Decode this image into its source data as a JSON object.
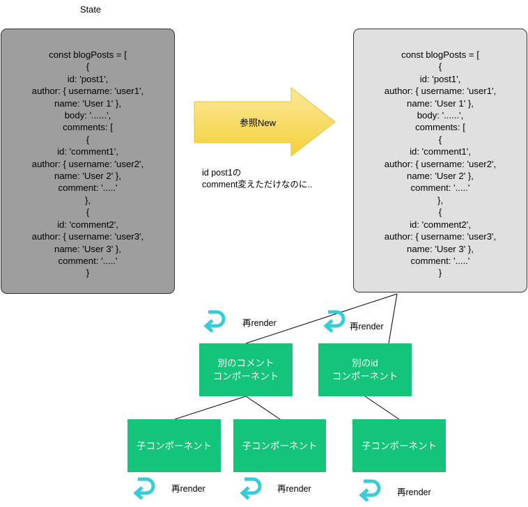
{
  "title": "State",
  "state_old": {
    "lines": [
      "const blogPosts = [",
      "{",
      "id: 'post1',",
      "author: { username: 'user1',",
      "name: 'User 1' },",
      "body: '......',",
      "comments: [",
      "{",
      "id: 'comment1',",
      "author: { username: 'user2',",
      "name: 'User 2' },",
      "comment: '.....'",
      "},",
      "{",
      "id: 'comment2',",
      "author: { username: 'user3',",
      "name: 'User 3' },",
      "comment: '.....'",
      "}"
    ],
    "fill": "#9e9e9e"
  },
  "state_new": {
    "lines": [
      "const blogPosts = [",
      "{",
      "id: 'post1',",
      "author: { username: 'user1',",
      "name: 'User 1' },",
      "body: '......',",
      "comments: [",
      "{",
      "id: 'comment1',",
      "author: { username: 'user2',",
      "name: 'User 2' },",
      "comment: '.....'",
      "},",
      "{",
      "id: 'comment2',",
      "author: { username: 'user3',",
      "name: 'User 3' },",
      "comment: '.....'",
      "}"
    ],
    "fill": "#e0e0e0"
  },
  "arrow": {
    "label": "参照New",
    "color": "#f7d64a"
  },
  "note": {
    "line1": "id post1の",
    "line2": "comment変えただけなのに.."
  },
  "nodes": {
    "other_comment": {
      "line1": "別のコメント",
      "line2": "コンポーネント"
    },
    "other_id": {
      "line1": "別のid",
      "line2": "コンポーネント"
    },
    "child1": {
      "label": "子コンポーネント"
    },
    "child2": {
      "label": "子コンポーネント"
    },
    "child3": {
      "label": "子コンポーネント"
    },
    "color": "#13c47a"
  },
  "rerender": {
    "label": "再render",
    "icon": "return-arrow-icon",
    "color": "#3acbd9"
  }
}
